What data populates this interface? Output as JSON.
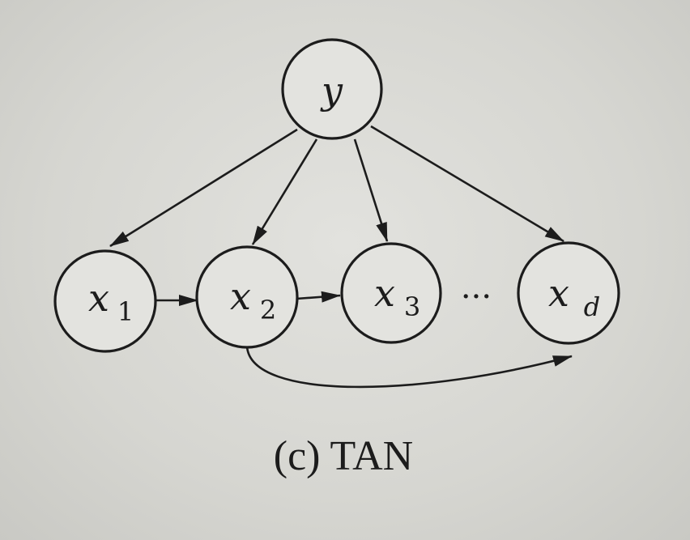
{
  "diagram": {
    "nodes": {
      "y": {
        "label": "y"
      },
      "x1": {
        "label": "x",
        "subscript": "1"
      },
      "x2": {
        "label": "x",
        "subscript": "2"
      },
      "x3": {
        "label": "x",
        "subscript": "3"
      },
      "xd": {
        "label": "x",
        "subscript": "d"
      }
    },
    "ellipsis": "···",
    "caption": "(c) TAN",
    "edges": [
      {
        "from": "y",
        "to": "x1"
      },
      {
        "from": "y",
        "to": "x2"
      },
      {
        "from": "y",
        "to": "x3"
      },
      {
        "from": "y",
        "to": "xd"
      },
      {
        "from": "x1",
        "to": "x2"
      },
      {
        "from": "x2",
        "to": "x3"
      },
      {
        "from": "x2",
        "to": "xd"
      }
    ]
  }
}
